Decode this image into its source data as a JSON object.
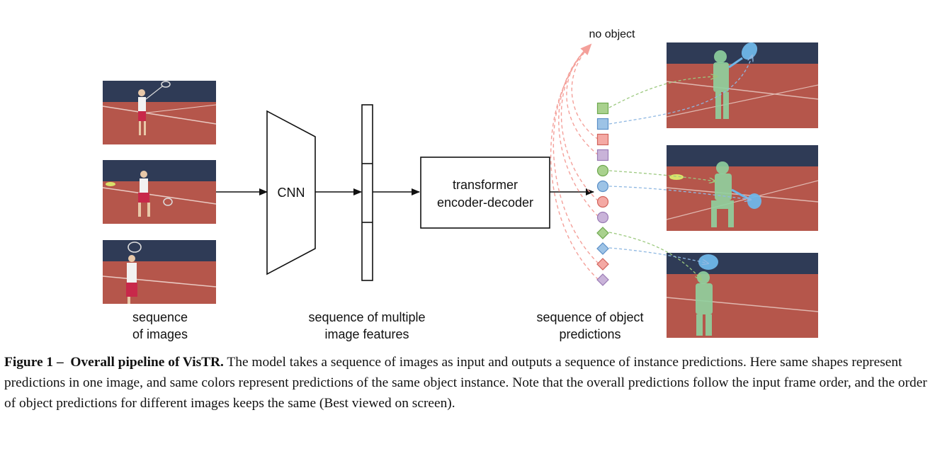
{
  "diagram": {
    "labels": {
      "input_line1": "sequence",
      "input_line2": "of images",
      "cnn": "CNN",
      "features_line1": "sequence of multiple",
      "features_line2": "image features",
      "transformer_line1": "transformer",
      "transformer_line2": "encoder-decoder",
      "predictions_line1": "sequence of object",
      "predictions_line2": "predictions",
      "no_object": "no object"
    },
    "colors": {
      "instance_1": "#a9d18e",
      "instance_2": "#9dc3e6",
      "no_object": "#f4a9a4",
      "no_object_alt": "#c9b3d9",
      "court": "#b5564b",
      "wall": "#2f3b56",
      "mask_person": "#8fd19e",
      "mask_racket": "#6fb6e8"
    },
    "prediction_shapes": [
      "square",
      "square",
      "square",
      "square",
      "circle",
      "circle",
      "circle",
      "circle",
      "diamond",
      "diamond",
      "diamond",
      "diamond"
    ],
    "prediction_colors": [
      "instance_1",
      "instance_2",
      "no_object",
      "no_object_alt",
      "instance_1",
      "instance_2",
      "no_object",
      "no_object_alt",
      "instance_1",
      "instance_2",
      "no_object",
      "no_object_alt"
    ]
  },
  "caption": {
    "label": "Figure 1 –",
    "title": "Overall pipeline of VisTR.",
    "text": "The model takes a sequence of images as input and outputs a sequence of instance predictions. Here same shapes represent predictions in one image, and same colors represent predictions of the same object instance. Note that the overall predictions follow the input frame order, and the order of object predictions for different images keeps the same (Best viewed on screen)."
  }
}
